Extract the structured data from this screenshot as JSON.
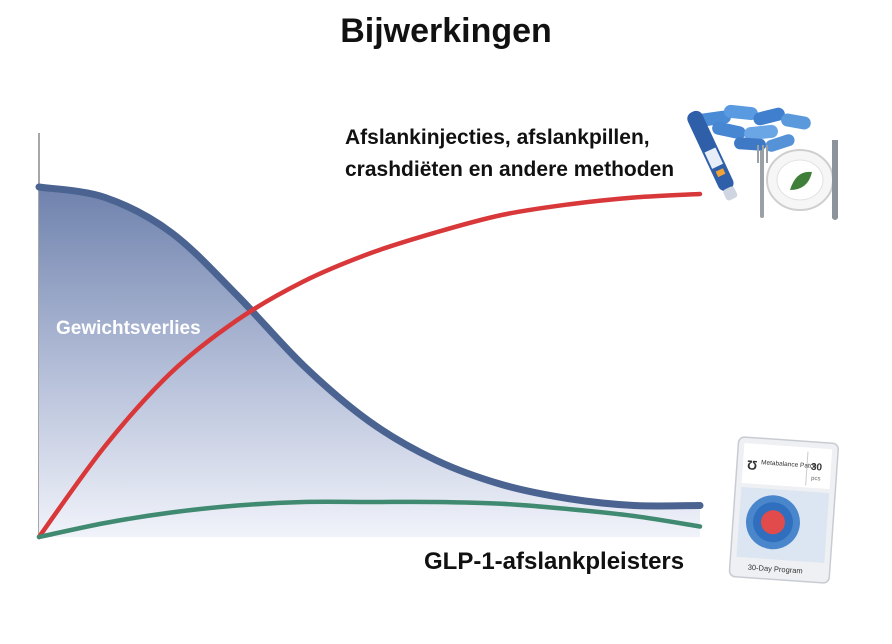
{
  "chart_data": {
    "type": "line",
    "title": "Bijwerkingen",
    "xlabel": "",
    "ylabel": "",
    "grid": false,
    "series": [
      {
        "name": "Gewichtsverlies",
        "color": "#4a6391",
        "fill": true,
        "x": [
          0,
          10,
          20,
          30,
          40,
          50,
          60,
          70,
          80,
          90,
          100
        ],
        "y": [
          100,
          97,
          87,
          69,
          49,
          33,
          22,
          15,
          11,
          9,
          9
        ]
      },
      {
        "name": "Afslankinjecties, afslankpillen, crashdiëten en andere methoden",
        "color": "#d9383a",
        "fill": false,
        "x": [
          0,
          10,
          20,
          30,
          40,
          50,
          60,
          70,
          80,
          90,
          100
        ],
        "y": [
          0,
          26,
          47,
          62,
          73,
          81,
          87,
          92,
          95,
          97,
          98
        ]
      },
      {
        "name": "GLP-1-afslankpleisters",
        "color": "#3f8a70",
        "fill": false,
        "x": [
          0,
          10,
          20,
          30,
          40,
          50,
          60,
          70,
          80,
          90,
          100
        ],
        "y": [
          0,
          4,
          7,
          9,
          10,
          10,
          10,
          9.5,
          8,
          6,
          3
        ]
      }
    ],
    "xlim": [
      0,
      100
    ],
    "ylim": [
      0,
      100
    ]
  },
  "labels": {
    "title": "Bijwerkingen",
    "red_line1": "Afslankinjecties, afslankpillen,",
    "red_line2": "crashdiëten en andere methoden",
    "green": "GLP-1-afslankpleisters",
    "blue": "Gewichtsverlies"
  },
  "patch": {
    "brand": "Metabalance Patch",
    "count": "30",
    "unit": "pcs",
    "program": "30-Day Program"
  },
  "icons": [
    "pills-icon",
    "injection-pen-icon",
    "plate-with-cutlery-icon",
    "patch-package-icon"
  ]
}
